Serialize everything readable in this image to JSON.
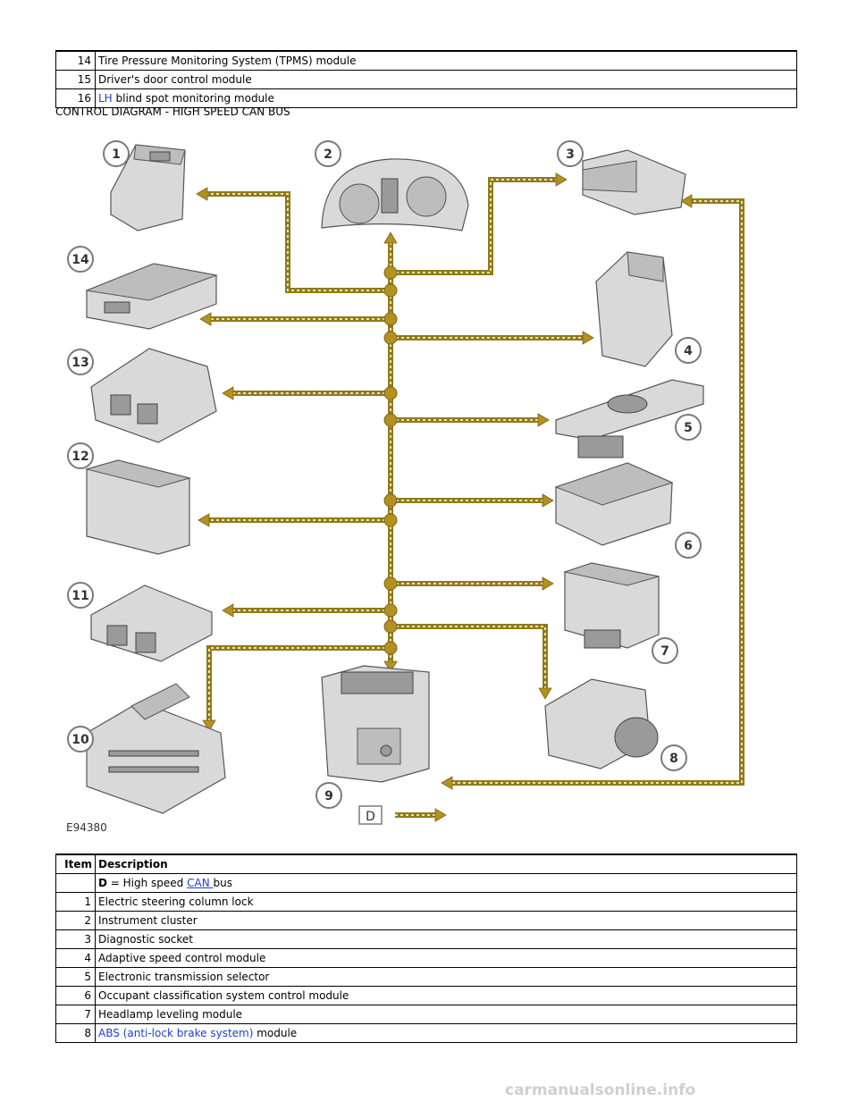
{
  "top_rows": [
    {
      "num": "14",
      "text": "Tire Pressure Monitoring System (TPMS) module"
    },
    {
      "num": "15",
      "text": "Driver's door control module"
    },
    {
      "num": "16",
      "link": "LH",
      "text": " blind spot monitoring module"
    }
  ],
  "heading": "CONTROL DIAGRAM - HIGH SPEED CAN BUS",
  "diagram": {
    "callouts": [
      "1",
      "2",
      "3",
      "4",
      "5",
      "6",
      "7",
      "8",
      "9",
      "10",
      "11",
      "12",
      "13",
      "14"
    ],
    "key_letter": "D",
    "figure_id": "E94380"
  },
  "bottom_table": {
    "headers": {
      "item": "Item",
      "description": "Description"
    },
    "legend": {
      "key": "D",
      "eq": " = High speed ",
      "link": "CAN ",
      "tail": "bus"
    },
    "rows": [
      {
        "num": "1",
        "text": "Electric steering column lock"
      },
      {
        "num": "2",
        "text": "Instrument cluster"
      },
      {
        "num": "3",
        "text": "Diagnostic socket"
      },
      {
        "num": "4",
        "text": "Adaptive speed control module"
      },
      {
        "num": "5",
        "text": "Electronic transmission selector"
      },
      {
        "num": "6",
        "text": "Occupant classification system control module"
      },
      {
        "num": "7",
        "text": "Headlamp leveling module"
      },
      {
        "num": "8",
        "link": "ABS (anti-lock brake system)",
        "text": " module"
      }
    ]
  },
  "watermark": "carmanualsonline.info"
}
